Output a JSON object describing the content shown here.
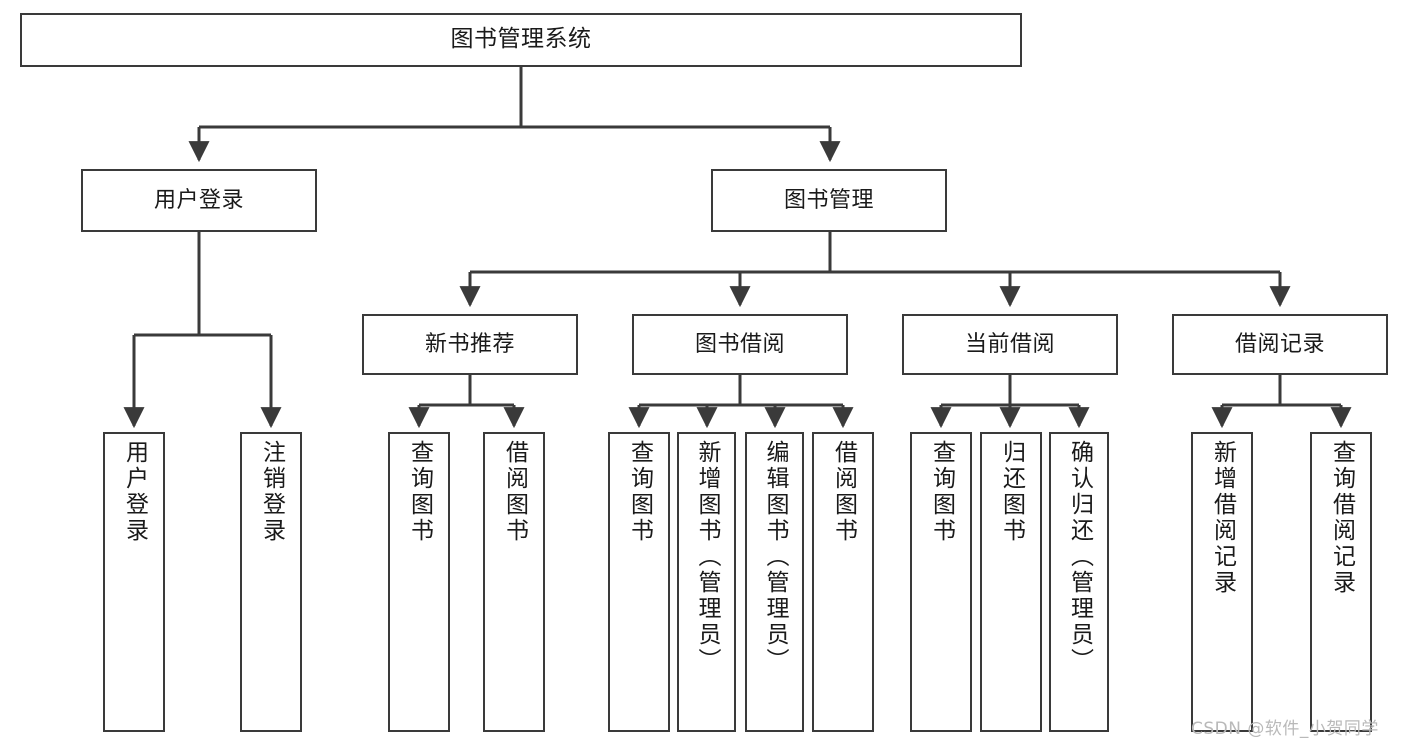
{
  "diagram": {
    "type": "tree",
    "title": "图书管理系统",
    "root": {
      "id": "root",
      "label": "图书管理系统"
    },
    "level1": [
      {
        "id": "user-login",
        "label": "用户登录"
      },
      {
        "id": "book-manage",
        "label": "图书管理"
      }
    ],
    "level2": [
      {
        "id": "new-book-recommend",
        "label": "新书推荐"
      },
      {
        "id": "book-borrow",
        "label": "图书借阅"
      },
      {
        "id": "current-borrow",
        "label": "当前借阅"
      },
      {
        "id": "borrow-record",
        "label": "借阅记录"
      }
    ],
    "leaves": {
      "user_login": [
        {
          "id": "leaf-user-login",
          "label": "用户登录"
        },
        {
          "id": "leaf-logout",
          "label": "注销登录"
        }
      ],
      "new_book_recommend": [
        {
          "id": "leaf-query-book-1",
          "label": "查询图书"
        },
        {
          "id": "leaf-borrow-book-1",
          "label": "借阅图书"
        }
      ],
      "book_borrow": [
        {
          "id": "leaf-query-book-2",
          "label": "查询图书"
        },
        {
          "id": "leaf-add-book",
          "label": "新增图书（管理员）"
        },
        {
          "id": "leaf-edit-book",
          "label": "编辑图书（管理员）"
        },
        {
          "id": "leaf-borrow-book-2",
          "label": "借阅图书"
        }
      ],
      "current_borrow": [
        {
          "id": "leaf-query-book-3",
          "label": "查询图书"
        },
        {
          "id": "leaf-return-book",
          "label": "归还图书"
        },
        {
          "id": "leaf-confirm-return",
          "label": "确认归还（管理员）"
        }
      ],
      "borrow_record": [
        {
          "id": "leaf-add-record",
          "label": "新增借阅记录"
        },
        {
          "id": "leaf-query-record",
          "label": "查询借阅记录"
        }
      ]
    }
  },
  "watermark": {
    "text": "CSDN @软件_小贺同学"
  },
  "colors": {
    "stroke": "#3a3a3a",
    "background": "#ffffff",
    "text": "#1a1a1a",
    "watermark": "#b9b9b9"
  }
}
